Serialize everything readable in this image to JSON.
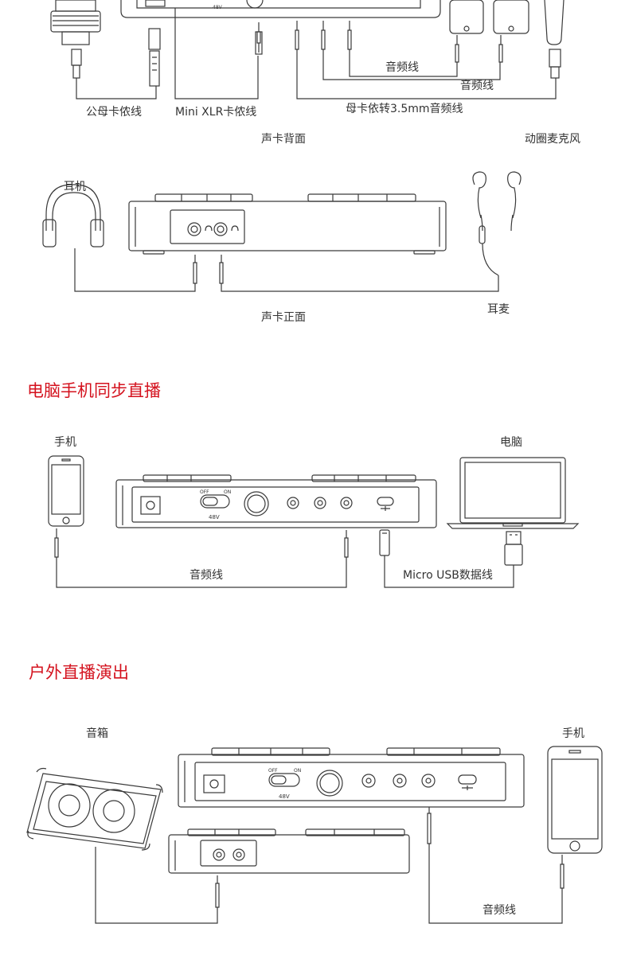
{
  "section1": {
    "labels": {
      "male_female_xlr": "公母卡侬线",
      "mini_xlr": "Mini XLR卡侬线",
      "audio_cable_1": "音频线",
      "audio_cable_2": "音频线",
      "mother_card_35": "母卡依转3.5mm音频线",
      "back_caption": "声卡背面",
      "dynamic_mic": "动圈麦克风",
      "device_48v": "48V"
    }
  },
  "section2": {
    "labels": {
      "headphones": "耳机",
      "earphone_mic": "耳麦",
      "front_caption": "声卡正面"
    }
  },
  "section3": {
    "title": "电脑手机同步直播",
    "labels": {
      "phone": "手机",
      "computer": "电脑",
      "audio_cable": "音频线",
      "micro_usb": "Micro  USB数据线",
      "off": "OFF",
      "on": "ON",
      "v48": "48V"
    }
  },
  "section4": {
    "title": "户外直播演出",
    "labels": {
      "speaker": "音箱",
      "phone": "手机",
      "audio_cable": "音频线",
      "off": "OFF",
      "on": "ON",
      "v48": "48V"
    }
  }
}
